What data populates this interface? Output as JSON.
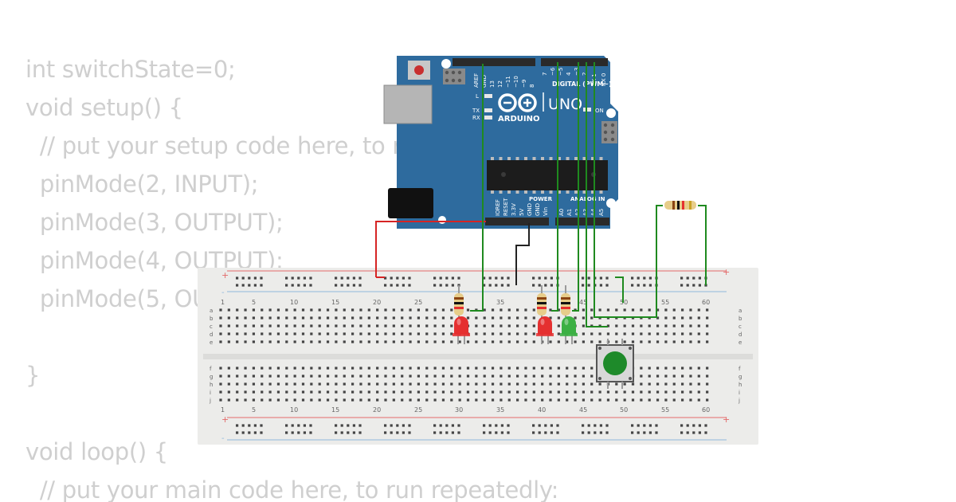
{
  "code_lines": [
    "int switchState=0;",
    "void setup() {",
    "  // put your setup code here, to run once:",
    "  pinMode(2, INPUT);",
    "  pinMode(3, OUTPUT);",
    "  pinMode(4, OUTPUT);",
    "  pinMode(5, OUTPUT);",
    "",
    "}",
    "",
    "void loop() {",
    "  // put your main code here, to run repeatedly:"
  ],
  "arduino": {
    "logo": "UNO",
    "brand": "ARDUINO",
    "digital_label": "DIGITAL (PWM~)",
    "on_label": "ON",
    "l_label": "L",
    "tx_label": "TX",
    "rx_label": "RX",
    "power_label": "POWER",
    "analog_label": "ANALOG IN",
    "top_pins": [
      "AREF",
      "GND",
      "13",
      "12",
      "~11",
      "~10",
      "~9",
      "8",
      "7",
      "~6",
      "~5",
      "4",
      "~3",
      "2",
      "TX 1",
      "RX 0"
    ],
    "bottom_pins": [
      "IOREF",
      "RESET",
      "3.3V",
      "5V",
      "GND",
      "GND",
      "Vin",
      "A0",
      "A1",
      "A2",
      "A3",
      "A4",
      "A5"
    ],
    "board_color": "#2e6b9e"
  },
  "breadboard": {
    "column_numbers": [
      "1",
      "5",
      "10",
      "15",
      "20",
      "25",
      "30",
      "35",
      "40",
      "45",
      "50",
      "55",
      "60"
    ],
    "row_letters_top": [
      "a",
      "b",
      "c",
      "d",
      "e"
    ],
    "row_letters_bottom": [
      "f",
      "g",
      "h",
      "i",
      "j"
    ],
    "plus": "+",
    "minus": "-"
  },
  "components": {
    "leds": [
      {
        "color": "#e53030"
      },
      {
        "color": "#e53030"
      },
      {
        "color": "#3cb043"
      }
    ],
    "button_color": "#1e8a2a"
  },
  "wire_colors": {
    "signal": "#1f8a1f",
    "power": "#d62424",
    "ground": "#222222"
  }
}
